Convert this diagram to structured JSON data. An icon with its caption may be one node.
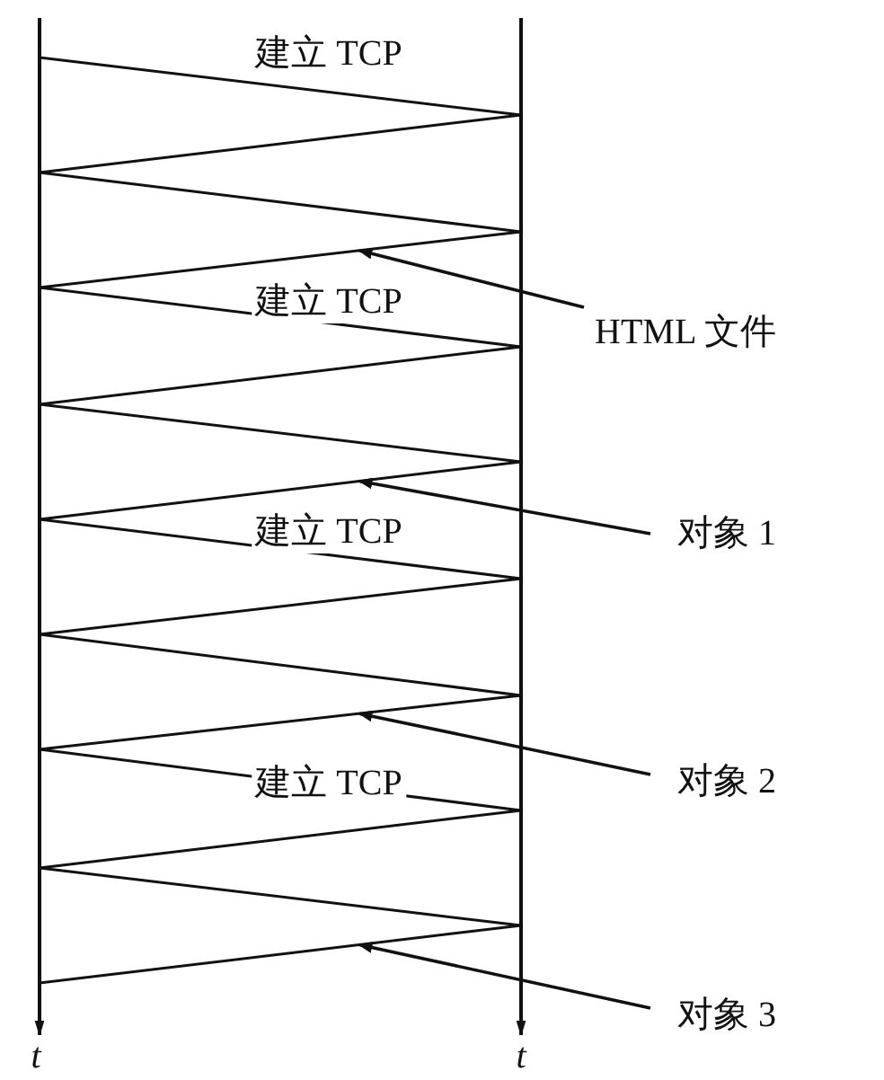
{
  "diagram": {
    "nodes": [
      {
        "text": [
          "HTML 文件"
        ]
      },
      {
        "text": [],
        "shape": "line"
      },
      {
        "text": [
          "对象 1"
        ]
      },
      {
        "text": [],
        "shape": "line"
      },
      {
        "text": [
          "对象 2"
        ]
      },
      {
        "text": [],
        "shape": "line"
      },
      {
        "text": [
          "对象 3"
        ]
      },
      {
        "text": [],
        "shape": "line"
      }
    ],
    "edges": [
      {
        "from": 0,
        "to": 1,
        "arrow": "to"
      },
      {
        "from": 2,
        "to": 3,
        "arrow": "to"
      },
      {
        "from": 4,
        "to": 5,
        "arrow": "to"
      },
      {
        "from": 6,
        "to": 7,
        "arrow": "to"
      }
    ],
    "labels": [
      "建立 TCP",
      "建立 TCP",
      "建立 TCP",
      "建立 TCP",
      "t",
      "t"
    ]
  }
}
